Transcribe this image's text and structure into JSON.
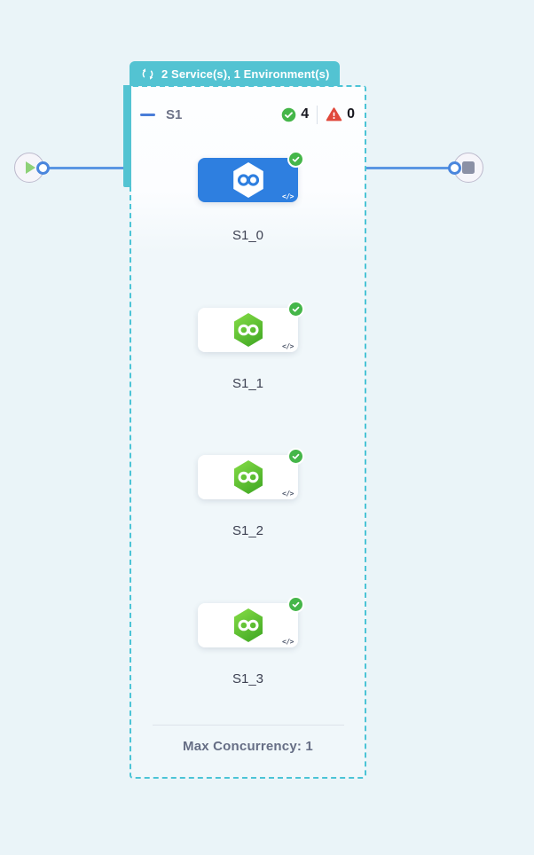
{
  "header_tab": {
    "label": "2 Service(s), 1 Environment(s)"
  },
  "stage": {
    "name": "S1",
    "success_count": "4",
    "error_count": "0",
    "footer": "Max Concurrency: 1"
  },
  "nodes": [
    {
      "label": "S1_0",
      "selected": true,
      "status": "success"
    },
    {
      "label": "S1_1",
      "selected": false,
      "status": "success"
    },
    {
      "label": "S1_2",
      "selected": false,
      "status": "success"
    },
    {
      "label": "S1_3",
      "selected": false,
      "status": "success"
    }
  ],
  "icons": {
    "code_glyph": "</>"
  },
  "colors": {
    "page_background": "#eaf4f8",
    "accent_teal": "#53c3d2",
    "dashed_border_teal": "#4cc4d6",
    "connector_blue": "#5b96e3",
    "selected_node_blue": "#2e7fe0",
    "success_green": "#45b649",
    "hexagon_green": "#63c93a",
    "error_red": "#e0493c"
  }
}
